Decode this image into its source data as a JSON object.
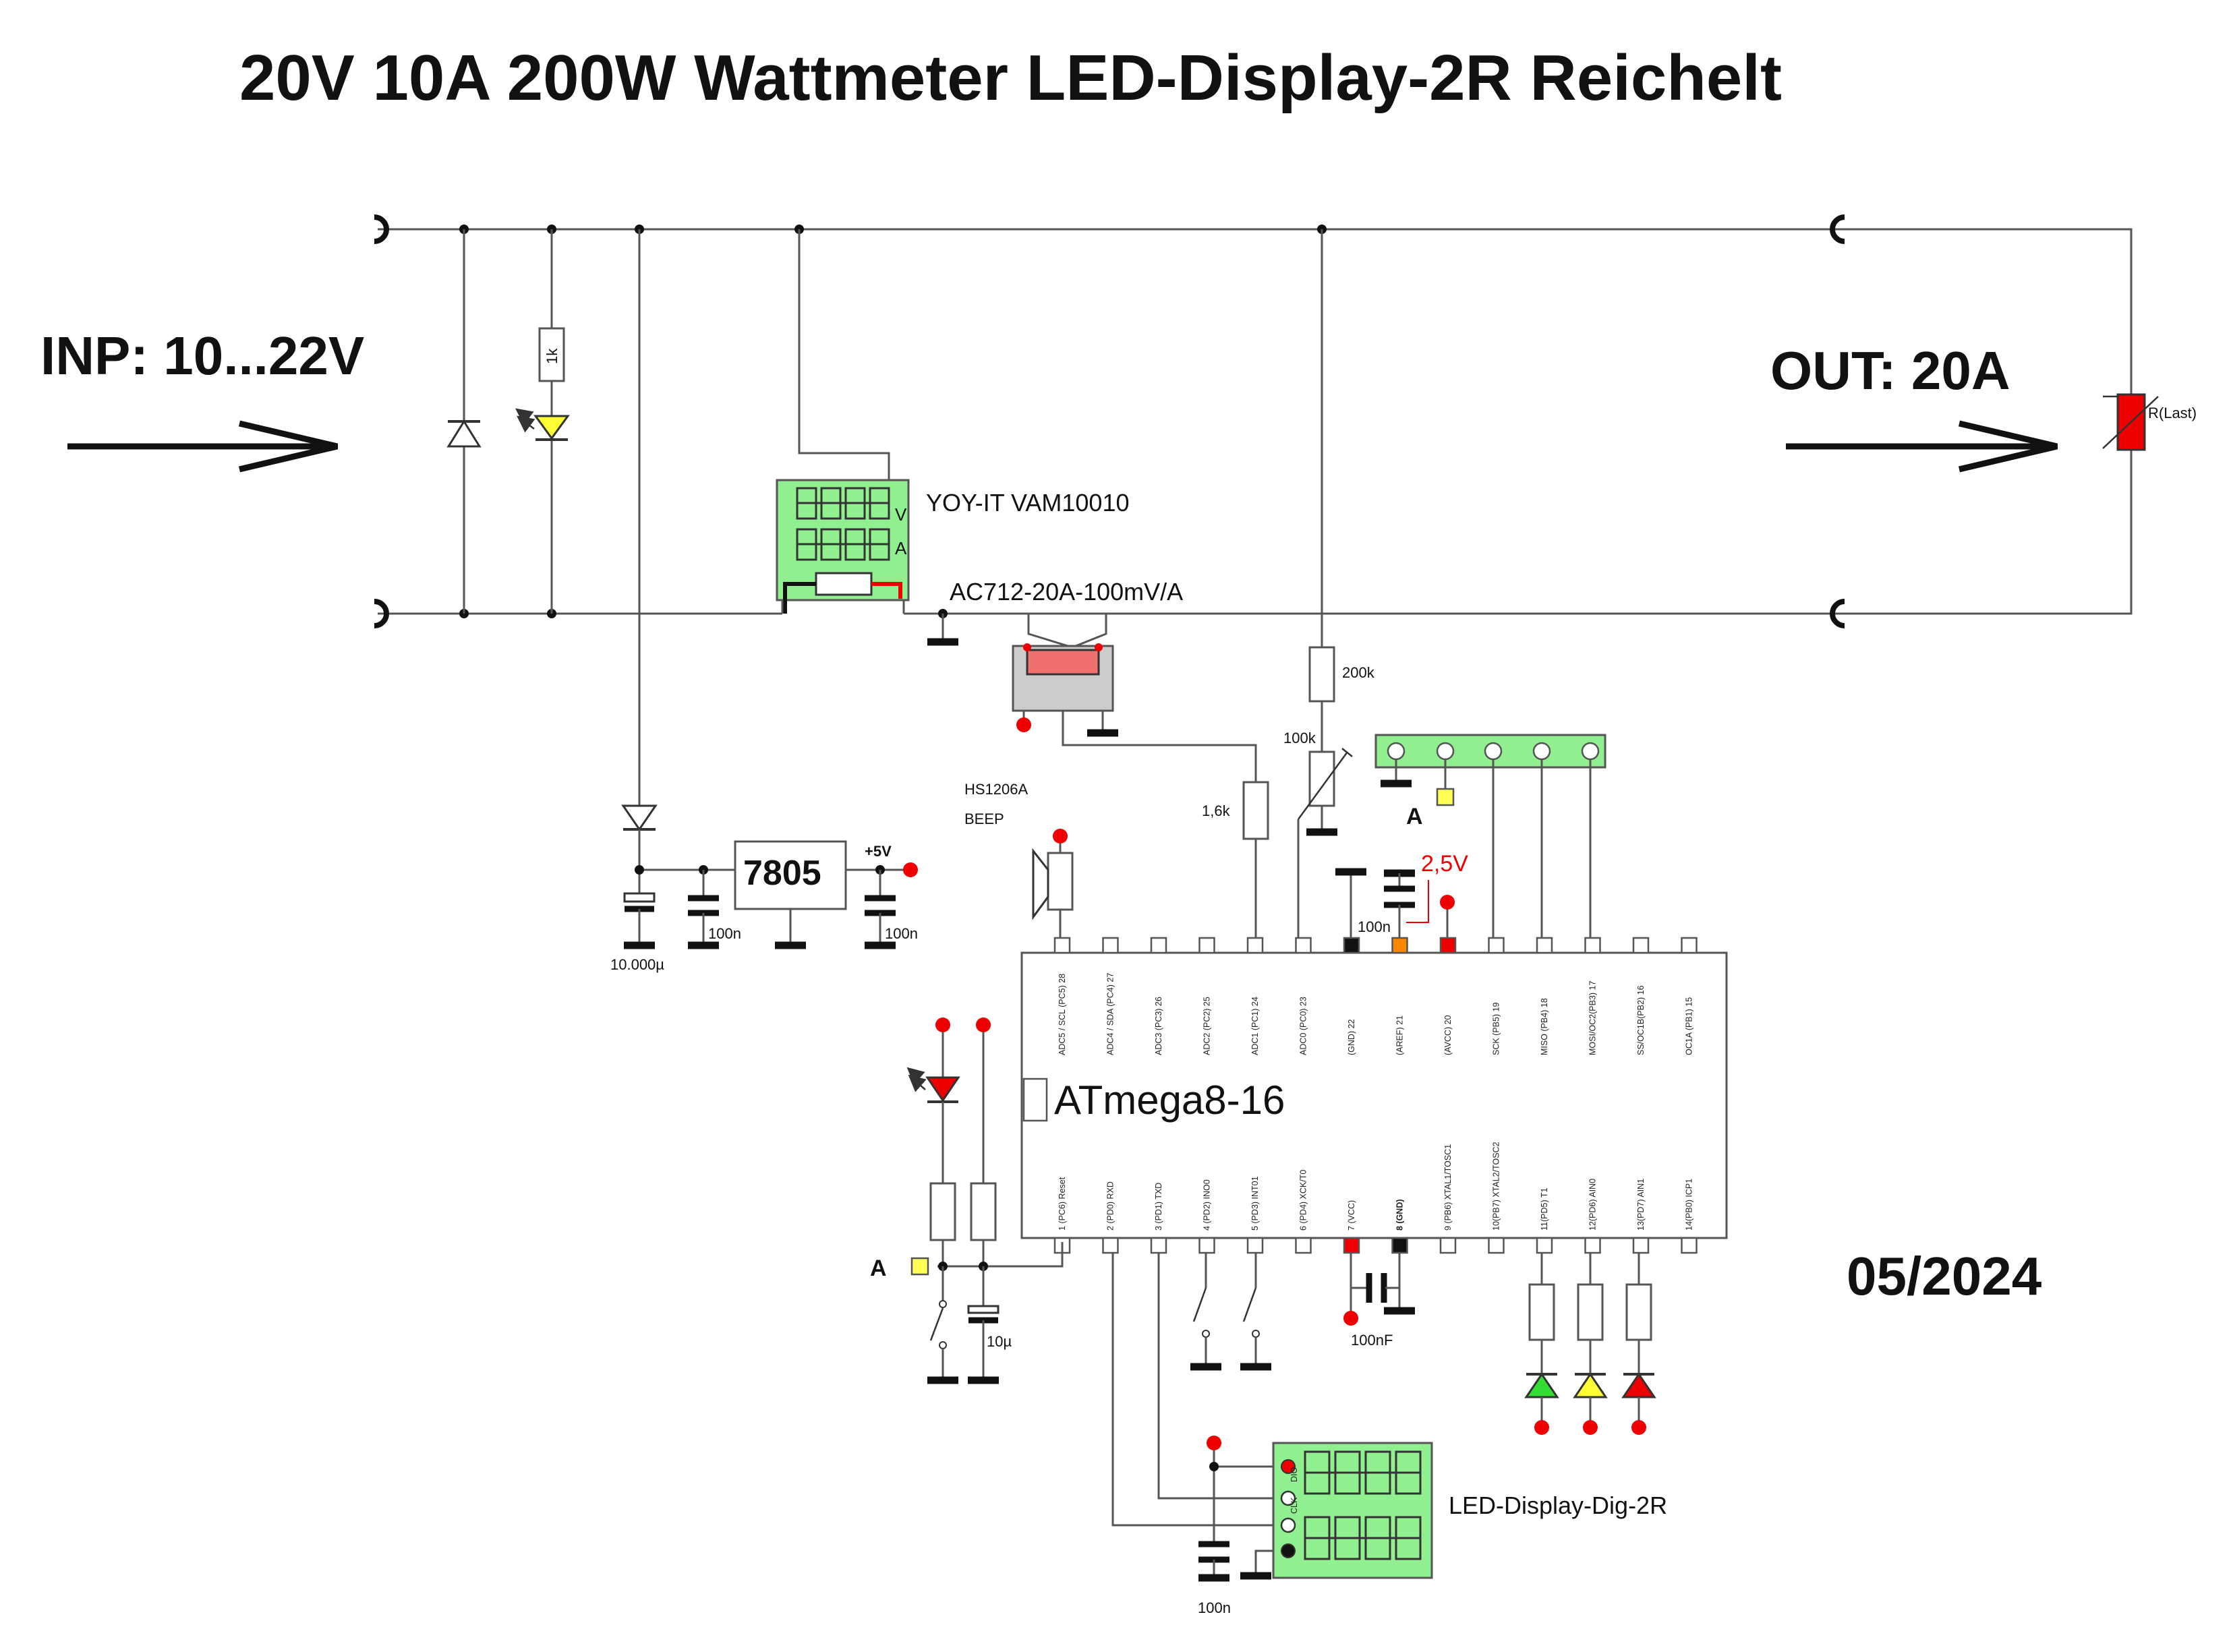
{
  "title": "20V 10A 200W Wattmeter LED-Display-2R Reichelt",
  "date": "05/2024",
  "input_label": "INP: 10...22V",
  "output_label": "OUT: 20A",
  "components": {
    "led_resistor": "1k",
    "meter": "YOY-IT VAM10010",
    "meter_v": "V",
    "meter_a": "A",
    "current_sensor": "AC712-20A-100mV/A",
    "load": "R(Last)",
    "regulator": "7805",
    "supply_net": "+5V",
    "bulk_cap": "10.000µ",
    "cap_100n": "100n",
    "buzzer_part": "HS1206A",
    "buzzer_name": "BEEP",
    "r_sense": "1,6k",
    "r_div_top": "200k",
    "pot": "100k",
    "aref_voltage": "2,5V",
    "mcu": "ATmega8-16",
    "net_a": "A",
    "reset_cap": "10µ",
    "xtal_cap": "100nF",
    "display": "LED-Display-Dig-2R",
    "display_cap": "100n"
  },
  "mcu_pins": {
    "top": [
      "ADC5 / SCL (PC5) 28",
      "ADC4 / SDA (PC4) 27",
      "ADC3 (PC3) 26",
      "ADC2 (PC2) 25",
      "ADC1 (PC1) 24",
      "ADC0 (PC0) 23",
      "(GND) 22",
      "(AREF) 21",
      "(AVCC) 20",
      "SCK (PB5) 19",
      "MISO (PB4) 18",
      "MOSI/OC2(PB3) 17",
      "SS/OC1B(PB2) 16",
      "OC1A (PB1) 15"
    ],
    "bottom": [
      "1 (PC6) Reset",
      "2 (PD0) RXD",
      "3 (PD1) TXD",
      "4 (PD2) INO0",
      "5 (PD3) INT01",
      "6 (PD4) XCK/T0",
      "7 (VCC)",
      "8 (GND)",
      "9 (PB6) XTAL1/TOSC1",
      "10(PB7) XTAL2/TOSC2",
      "11(PD5) T1",
      "12(PD6) AIN0",
      "13(PD7) AIN1",
      "14(PB0) ICP1"
    ]
  },
  "display_pins": [
    "DIO",
    "CLK",
    "",
    ""
  ],
  "colors": {
    "green_module": "#90f090",
    "red": "#ee0000",
    "yellow": "#ffff55",
    "orange": "#ff8800",
    "black": "#111111",
    "wire": "#555555"
  }
}
